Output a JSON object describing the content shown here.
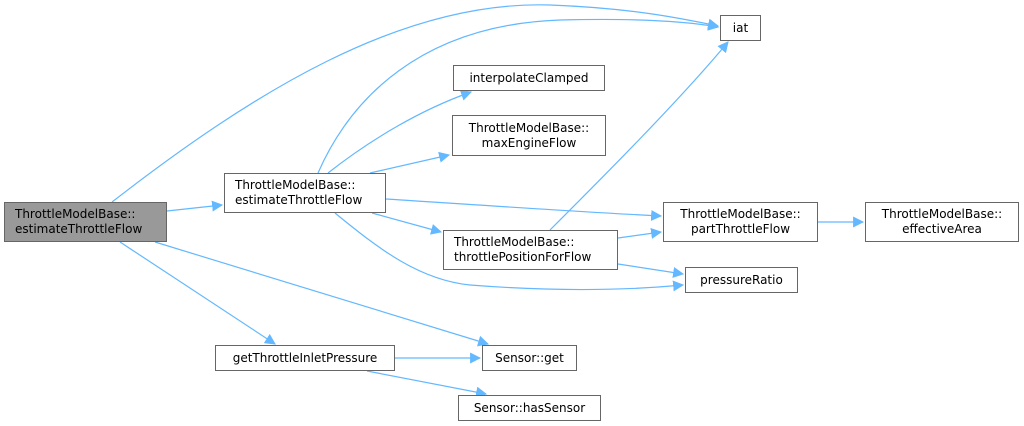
{
  "diagram": {
    "type": "call-graph",
    "edge_color": "#63b8ff",
    "node_border_color": "#666666",
    "root_fill_color": "#999999",
    "nodes": {
      "root": {
        "line1": "ThrottleModelBase::",
        "line2": "estimateThrottleFlow"
      },
      "estimate": {
        "line1": "ThrottleModelBase::",
        "line2": "estimateThrottleFlow"
      },
      "iat": {
        "line1": "iat"
      },
      "interpolate": {
        "line1": "interpolateClamped"
      },
      "maxEngineFlow": {
        "line1": "ThrottleModelBase::",
        "line2": "maxEngineFlow"
      },
      "throttlePosition": {
        "line1": "ThrottleModelBase::",
        "line2": "throttlePositionForFlow"
      },
      "partThrottle": {
        "line1": "ThrottleModelBase::",
        "line2": "partThrottleFlow"
      },
      "effectiveArea": {
        "line1": "ThrottleModelBase::",
        "line2": "effectiveArea"
      },
      "pressureRatio": {
        "line1": "pressureRatio"
      },
      "getInlet": {
        "line1": "getThrottleInletPressure"
      },
      "sensorGet": {
        "line1": "Sensor::get"
      },
      "hasSensor": {
        "line1": "Sensor::hasSensor"
      }
    },
    "edges": [
      {
        "from": "root",
        "to": "iat"
      },
      {
        "from": "root",
        "to": "estimate"
      },
      {
        "from": "root",
        "to": "getInlet"
      },
      {
        "from": "root",
        "to": "sensorGet"
      },
      {
        "from": "estimate",
        "to": "iat"
      },
      {
        "from": "estimate",
        "to": "interpolate"
      },
      {
        "from": "estimate",
        "to": "maxEngineFlow"
      },
      {
        "from": "estimate",
        "to": "partThrottle"
      },
      {
        "from": "estimate",
        "to": "throttlePosition"
      },
      {
        "from": "estimate",
        "to": "pressureRatio"
      },
      {
        "from": "throttlePosition",
        "to": "iat"
      },
      {
        "from": "throttlePosition",
        "to": "partThrottle"
      },
      {
        "from": "throttlePosition",
        "to": "pressureRatio"
      },
      {
        "from": "partThrottle",
        "to": "effectiveArea"
      },
      {
        "from": "getInlet",
        "to": "sensorGet"
      },
      {
        "from": "getInlet",
        "to": "hasSensor"
      }
    ]
  }
}
